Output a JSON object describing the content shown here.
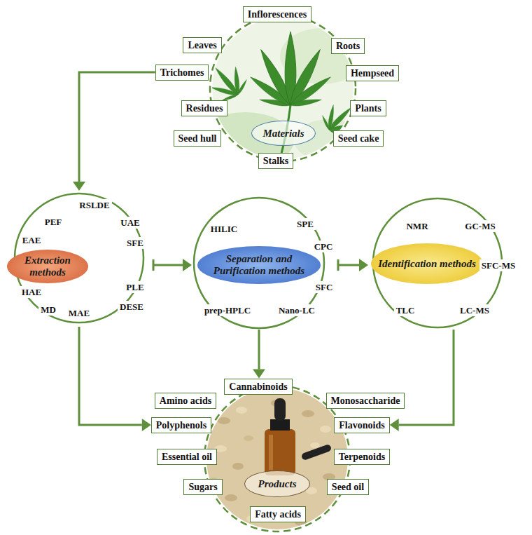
{
  "diagram": {
    "nodes": [
      {
        "text": [
          "Materials"
        ]
      },
      {
        "text": [
          "Inflorescences"
        ]
      },
      {
        "text": [
          "Leaves"
        ]
      },
      {
        "text": [
          "Roots"
        ]
      },
      {
        "text": [
          "Trichomes"
        ]
      },
      {
        "text": [
          "Hempseed"
        ]
      },
      {
        "text": [
          "Residues"
        ]
      },
      {
        "text": [
          "Plants"
        ]
      },
      {
        "text": [
          "Seed hull"
        ]
      },
      {
        "text": [
          "Seed cake"
        ]
      },
      {
        "text": [
          "Stalks"
        ]
      },
      {
        "text": [
          "Extraction methods"
        ]
      },
      {
        "text": [
          "RSLDE"
        ],
        "in": 11
      },
      {
        "text": [
          "PEF"
        ],
        "in": 11
      },
      {
        "text": [
          "UAE"
        ],
        "in": 11
      },
      {
        "text": [
          "EAE"
        ],
        "in": 11
      },
      {
        "text": [
          "SFE"
        ],
        "in": 11
      },
      {
        "text": [
          "PLE"
        ],
        "in": 11
      },
      {
        "text": [
          "HAE"
        ],
        "in": 11
      },
      {
        "text": [
          "DESE"
        ],
        "in": 11
      },
      {
        "text": [
          "MD"
        ],
        "in": 11
      },
      {
        "text": [
          "MAE"
        ],
        "in": 11
      },
      {
        "text": [
          "Separation and Purification methods"
        ]
      },
      {
        "text": [
          "HILIC"
        ],
        "in": 22
      },
      {
        "text": [
          "SPE"
        ],
        "in": 22
      },
      {
        "text": [
          "CPC"
        ],
        "in": 22
      },
      {
        "text": [
          "SFC"
        ],
        "in": 22
      },
      {
        "text": [
          "prep-HPLC"
        ],
        "in": 22
      },
      {
        "text": [
          "Nano-LC"
        ],
        "in": 22
      },
      {
        "text": [
          "Identification methods"
        ]
      },
      {
        "text": [
          "NMR"
        ],
        "in": 29
      },
      {
        "text": [
          "GC-MS"
        ],
        "in": 29
      },
      {
        "text": [
          "SFC-MS"
        ],
        "in": 29
      },
      {
        "text": [
          "TLC"
        ],
        "in": 29
      },
      {
        "text": [
          "LC-MS"
        ],
        "in": 29
      },
      {
        "text": [
          "Products"
        ]
      },
      {
        "text": [
          "Cannabinoids"
        ]
      },
      {
        "text": [
          "Amino acids"
        ]
      },
      {
        "text": [
          "Monosaccharide"
        ]
      },
      {
        "text": [
          "Polyphenols"
        ]
      },
      {
        "text": [
          "Flavonoids"
        ]
      },
      {
        "text": [
          "Essential oil"
        ]
      },
      {
        "text": [
          "Terpenoids"
        ]
      },
      {
        "text": [
          "Sugars"
        ]
      },
      {
        "text": [
          "Seed oil"
        ]
      },
      {
        "text": [
          "Fatty acids"
        ]
      }
    ],
    "edges": [
      {
        "from": 4,
        "to": 11,
        "arrow": "to"
      },
      {
        "from": 11,
        "to": 22,
        "arrow": "to"
      },
      {
        "from": 22,
        "to": 29,
        "arrow": "to"
      },
      {
        "from": 22,
        "to": 36,
        "arrow": "to"
      },
      {
        "from": 11,
        "to": 39,
        "arrow": "to"
      },
      {
        "from": 29,
        "to": 40,
        "arrow": "to"
      }
    ]
  }
}
